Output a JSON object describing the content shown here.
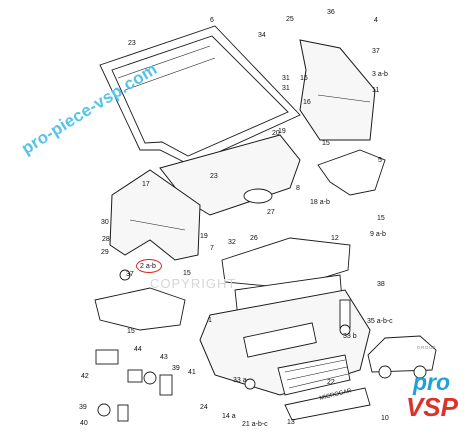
{
  "watermark": {
    "site": "pro-piece-vsp.com",
    "copyright": "COPYRIGHT"
  },
  "logo": {
    "group": "GROUP",
    "pro": "pro",
    "vsp": "VSP"
  },
  "highlighted_part": "2 a-b",
  "grille_badge": "MICROCAR",
  "callouts": [
    "1",
    "2 a-b",
    "3 a-b",
    "4",
    "5",
    "6",
    "7",
    "8",
    "9 a-b",
    "10",
    "11",
    "12",
    "13",
    "14 a",
    "15",
    "15",
    "15",
    "15",
    "15",
    "16",
    "17",
    "18 a-b",
    "19",
    "19",
    "20",
    "21 a-b-c",
    "22",
    "23",
    "23",
    "24",
    "25",
    "26",
    "27",
    "28",
    "29",
    "30",
    "31",
    "31",
    "32",
    "33 a",
    "33 b",
    "34",
    "35 a-b-c",
    "36",
    "37",
    "37",
    "38",
    "39",
    "39",
    "40",
    "41",
    "42",
    "43",
    "44"
  ],
  "colors": {
    "line": "#1a1a1a",
    "highlight": "#e02020",
    "watermark_blue": "#56c3ea",
    "logo_blue": "#1fa0d8",
    "logo_red": "#d9342b"
  }
}
